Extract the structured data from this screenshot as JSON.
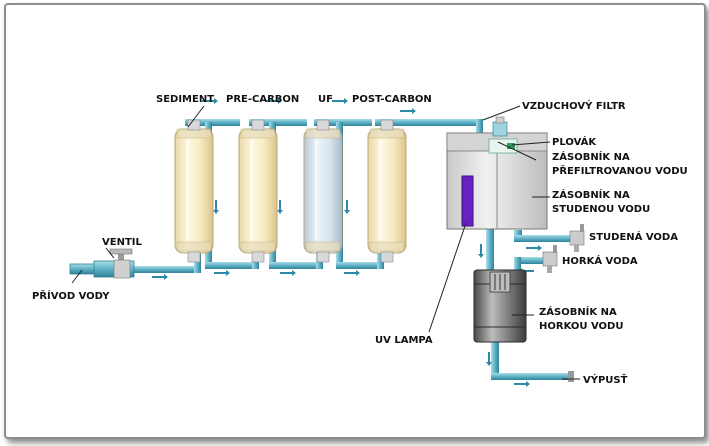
{
  "labels": {
    "sediment": "SEDIMENT",
    "pre_carbon": "PRE-CARBON",
    "uf": "UF",
    "post_carbon": "POST-CARBON",
    "ventil": "VENTIL",
    "privod_vody": "PŘÍVOD VODY",
    "vzduchovy_filtr": "VZDUCHOVÝ FILTR",
    "plovak": "PLOVÁK",
    "zasobnik_prefiltr_1": "ZÁSOBNÍK NA",
    "zasobnik_prefiltr_2": "PŘEFILTROVANOU VODU",
    "zasobnik_studena_1": "ZÁSOBNÍK NA",
    "zasobnik_studena_2": "STUDENOU VODU",
    "studena_voda": "STUDENÁ VODA",
    "horka_voda": "HORKÁ VODA",
    "zasobnik_horka_1": "ZÁSOBNÍK NA",
    "zasobnik_horka_2": "HORKOU VODU",
    "uv_lampa": "UV LAMPA",
    "vypust": "VÝPUSŤ"
  },
  "colors": {
    "sediment": "#b0187a",
    "pre_carbon": "#1b6fb5",
    "uf": "#777777",
    "post_carbon": "#c98a50",
    "pipe": "#66b7c9",
    "pipe_dark": "#2f7f93",
    "studena": "#1a2a8a",
    "horka": "#9b1b1b",
    "uv": "#6a1fc2"
  }
}
